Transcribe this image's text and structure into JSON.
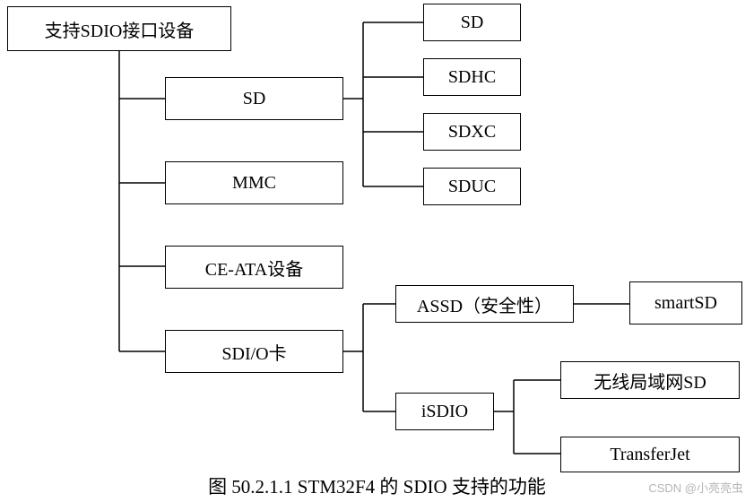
{
  "nodes": {
    "root": "支持SDIO接口设备",
    "sd": "SD",
    "mmc": "MMC",
    "ceata": "CE-ATA设备",
    "sdio_card": "SDI/O卡",
    "sd_sub": "SD",
    "sdhc": "SDHC",
    "sdxc": "SDXC",
    "sduc": "SDUC",
    "assd": "ASSD（安全性）",
    "smartsd": "smartSD",
    "isdio": "iSDIO",
    "wireless": "无线局域网SD",
    "transferjet": "TransferJet"
  },
  "caption": "图 50.2.1.1 STM32F4 的 SDIO 支持的功能",
  "watermark": "CSDN @小亮亮虫"
}
